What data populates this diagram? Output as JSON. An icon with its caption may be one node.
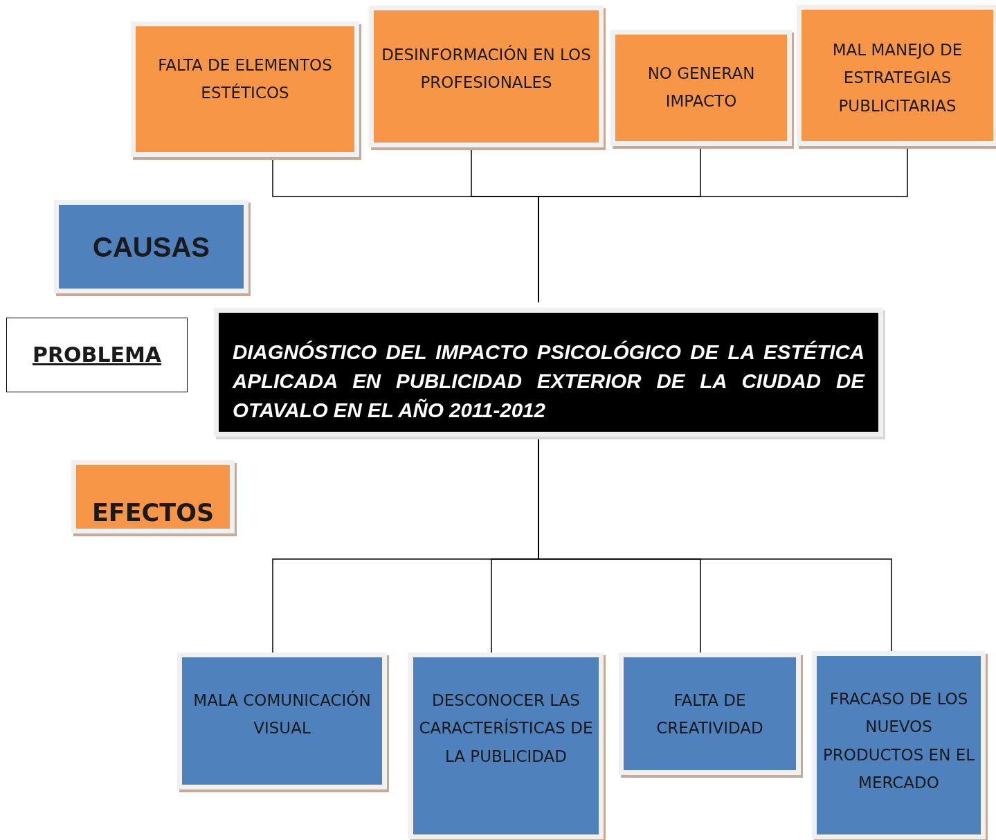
{
  "diagram": {
    "nodes": [
      {
        "text": [
          "FALTA DE ELEMENTOS ESTÉTICOS"
        ]
      },
      {
        "text": [
          "DESINFORMACIÓN EN LOS PROFESIONALES"
        ]
      },
      {
        "text": [
          "NO GENERAN IMPACTO"
        ]
      },
      {
        "text": [
          "MAL MANEJO DE ESTRATEGIAS PUBLICITARIAS"
        ]
      },
      {
        "text": [
          "CAUSAS"
        ]
      },
      {
        "text": [
          "PROBLEMA"
        ]
      },
      {
        "text": [
          "DIAGNÓSTICO DEL IMPACTO PSICOLÓGICO DE LA ESTÉTICA APLICADA EN PUBLICIDAD EXTERIOR DE LA CIUDAD DE OTAVALO EN EL AÑO 2011-2012"
        ]
      },
      {
        "text": [
          "EFECTOS"
        ]
      },
      {
        "text": [
          "MALA COMUNICACIÓN VISUAL"
        ]
      },
      {
        "text": [
          "DESCONOCER LAS CARACTERÍSTICAS DE LA PUBLICIDAD"
        ]
      },
      {
        "text": [
          "FALTA DE CREATIVIDAD"
        ]
      },
      {
        "text": [
          "FRACASO DE LOS NUEVOS PRODUCTOS EN EL MERCADO"
        ]
      }
    ],
    "edges": [
      {
        "from": 0,
        "to": 6,
        "arrow": "none"
      },
      {
        "from": 1,
        "to": 6,
        "arrow": "none"
      },
      {
        "from": 2,
        "to": 6,
        "arrow": "none"
      },
      {
        "from": 3,
        "to": 6,
        "arrow": "none"
      },
      {
        "from": 6,
        "to": 8,
        "arrow": "none"
      },
      {
        "from": 6,
        "to": 9,
        "arrow": "none"
      },
      {
        "from": 6,
        "to": 10,
        "arrow": "none"
      },
      {
        "from": 6,
        "to": 11,
        "arrow": "none"
      }
    ]
  }
}
